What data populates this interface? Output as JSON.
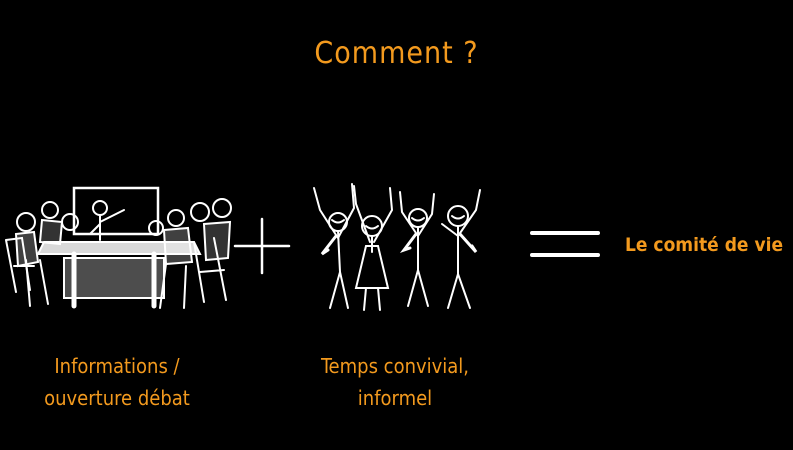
{
  "slide": {
    "title": "Comment ?",
    "result_label": "Le comité de vie",
    "captions": {
      "meeting_line1": "Informations /",
      "meeting_line2": "ouverture débat",
      "party_line1": "Temps convivial,",
      "party_line2": "informel"
    },
    "colors": {
      "background": "#000000",
      "accent": "#f39a1e",
      "drawing": "#ffffff"
    },
    "icons": {
      "meeting": "meeting-table-sketch",
      "operator_plus": "plus-sign",
      "party": "celebrating-stick-figures",
      "operator_equals": "equals-sign"
    }
  }
}
